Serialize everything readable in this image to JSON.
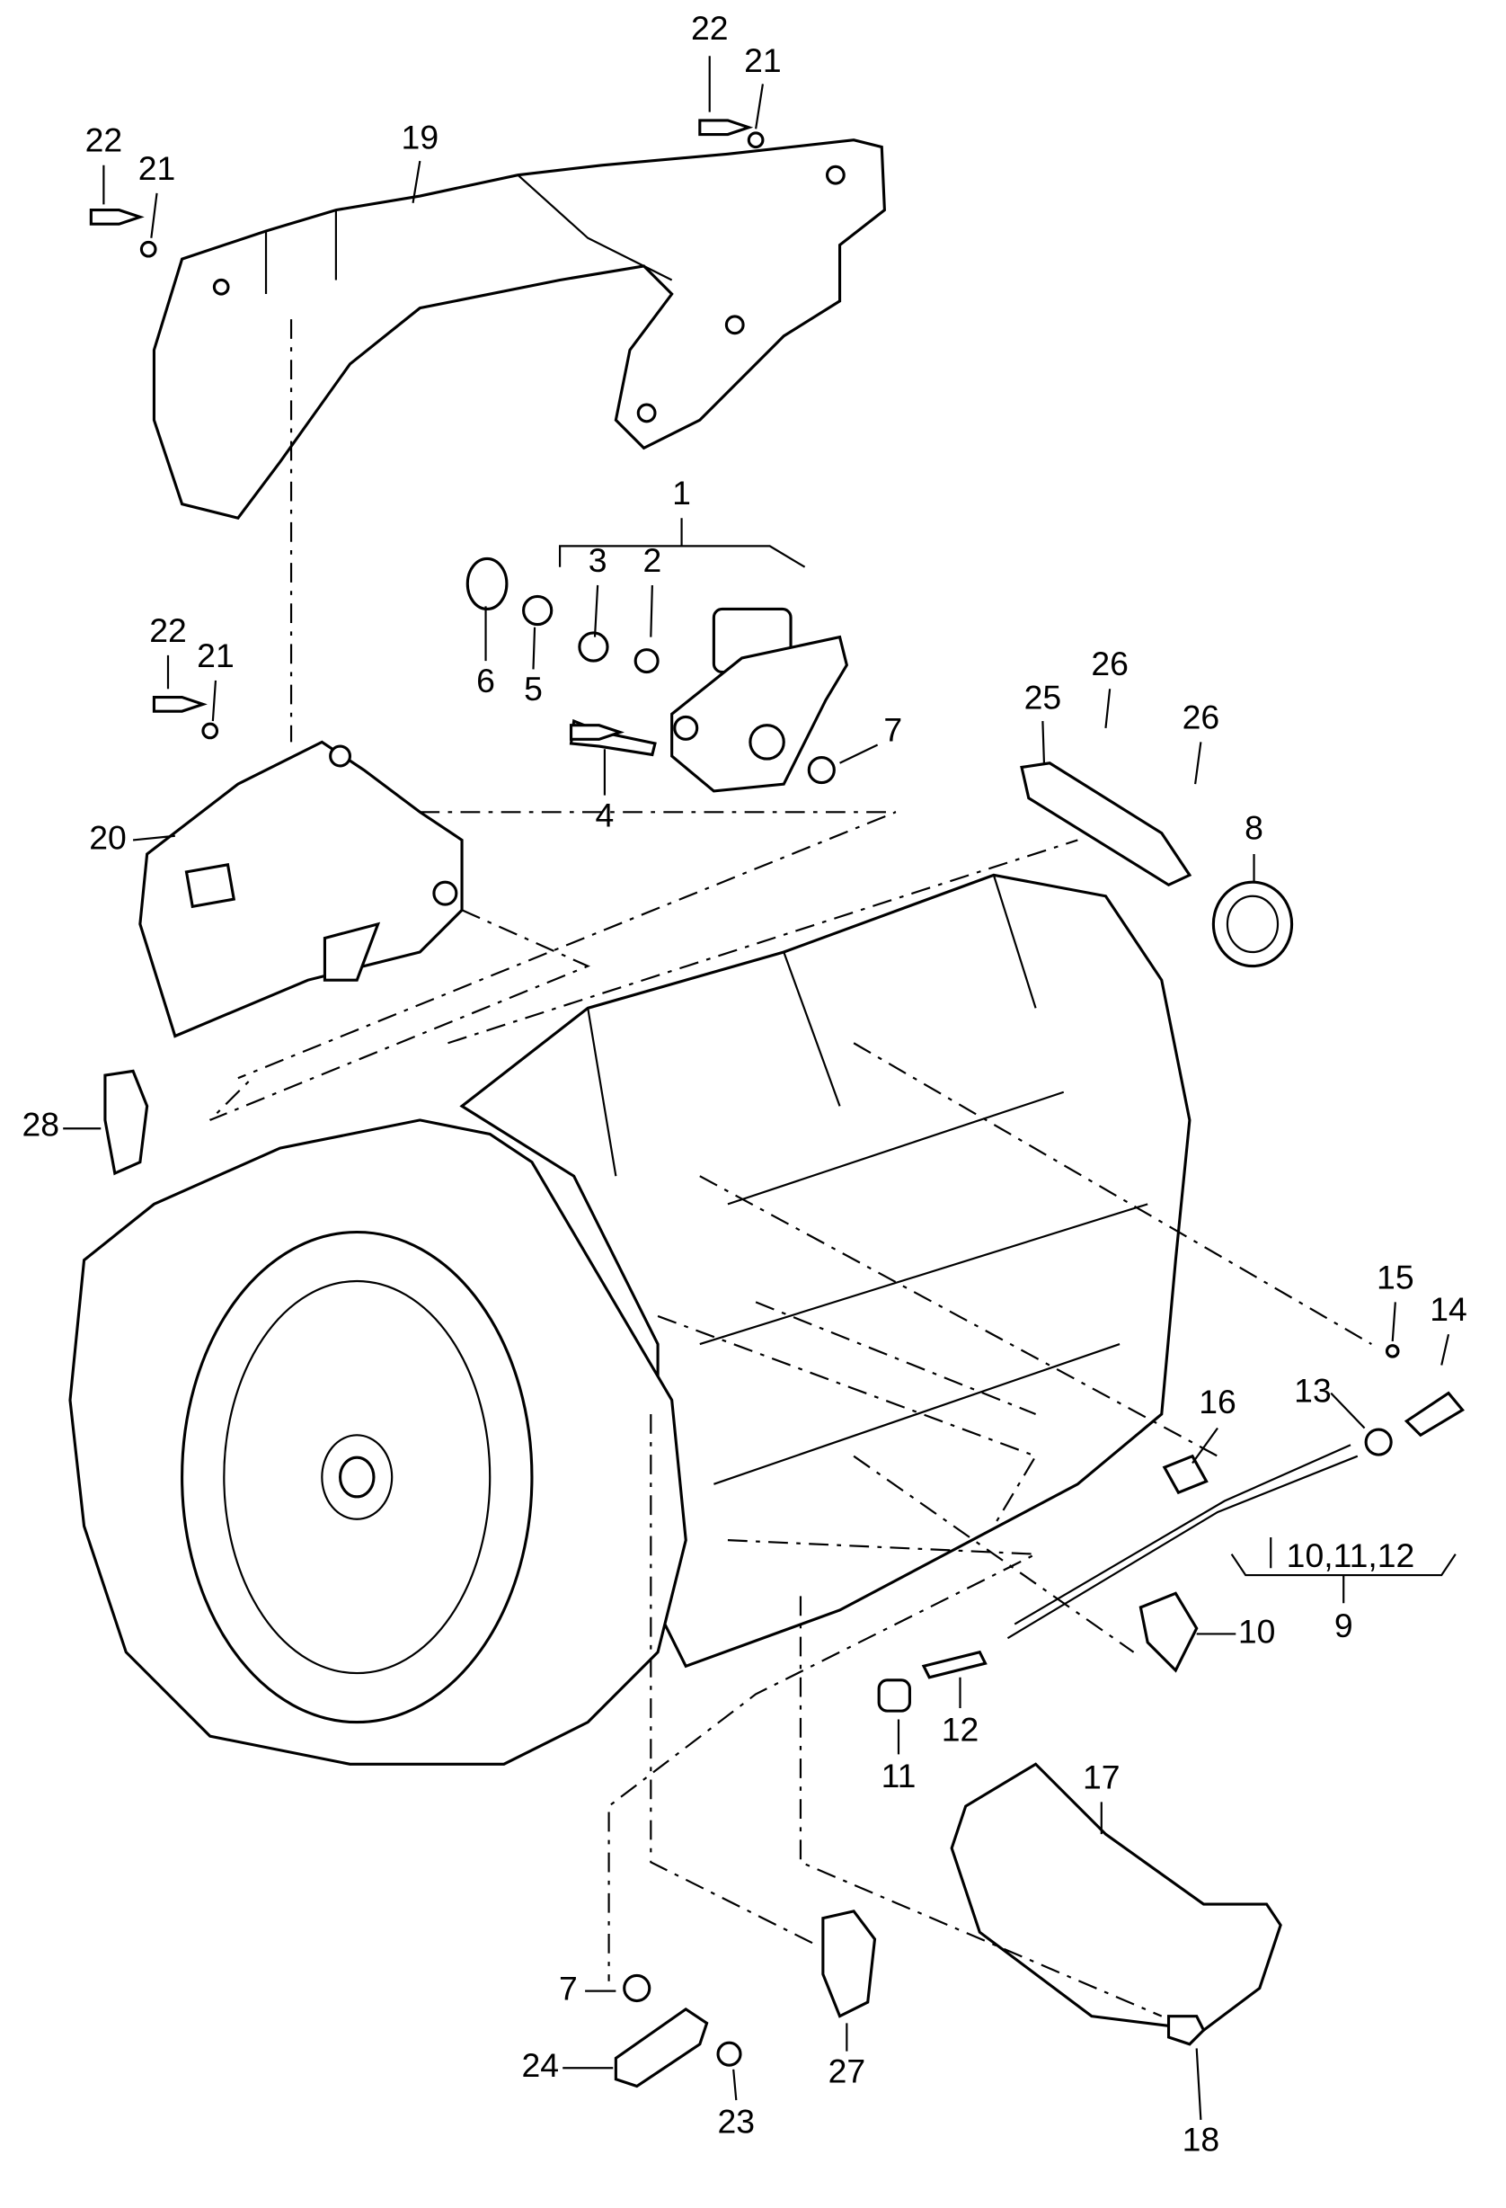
{
  "diagram": {
    "type": "exploded parts diagram",
    "callouts": {
      "c22a": "22",
      "c21a": "21",
      "c22b": "22",
      "c21b": "21",
      "c19": "19",
      "c1": "1",
      "c3": "3",
      "c2": "2",
      "c6": "6",
      "c5": "5",
      "c4": "4",
      "c7a": "7",
      "c22c": "22",
      "c21c": "21",
      "c20": "20",
      "c26a": "26",
      "c25": "25",
      "c26b": "26",
      "c8": "8",
      "c28": "28",
      "c15": "15",
      "c14": "14",
      "c13": "13",
      "c16": "16",
      "c101112": "10,11,12",
      "c9": "9",
      "c10": "10",
      "c12": "12",
      "c11": "11",
      "c17": "17",
      "c7b": "7",
      "c24": "24",
      "c23": "23",
      "c27": "27",
      "c18": "18"
    }
  }
}
